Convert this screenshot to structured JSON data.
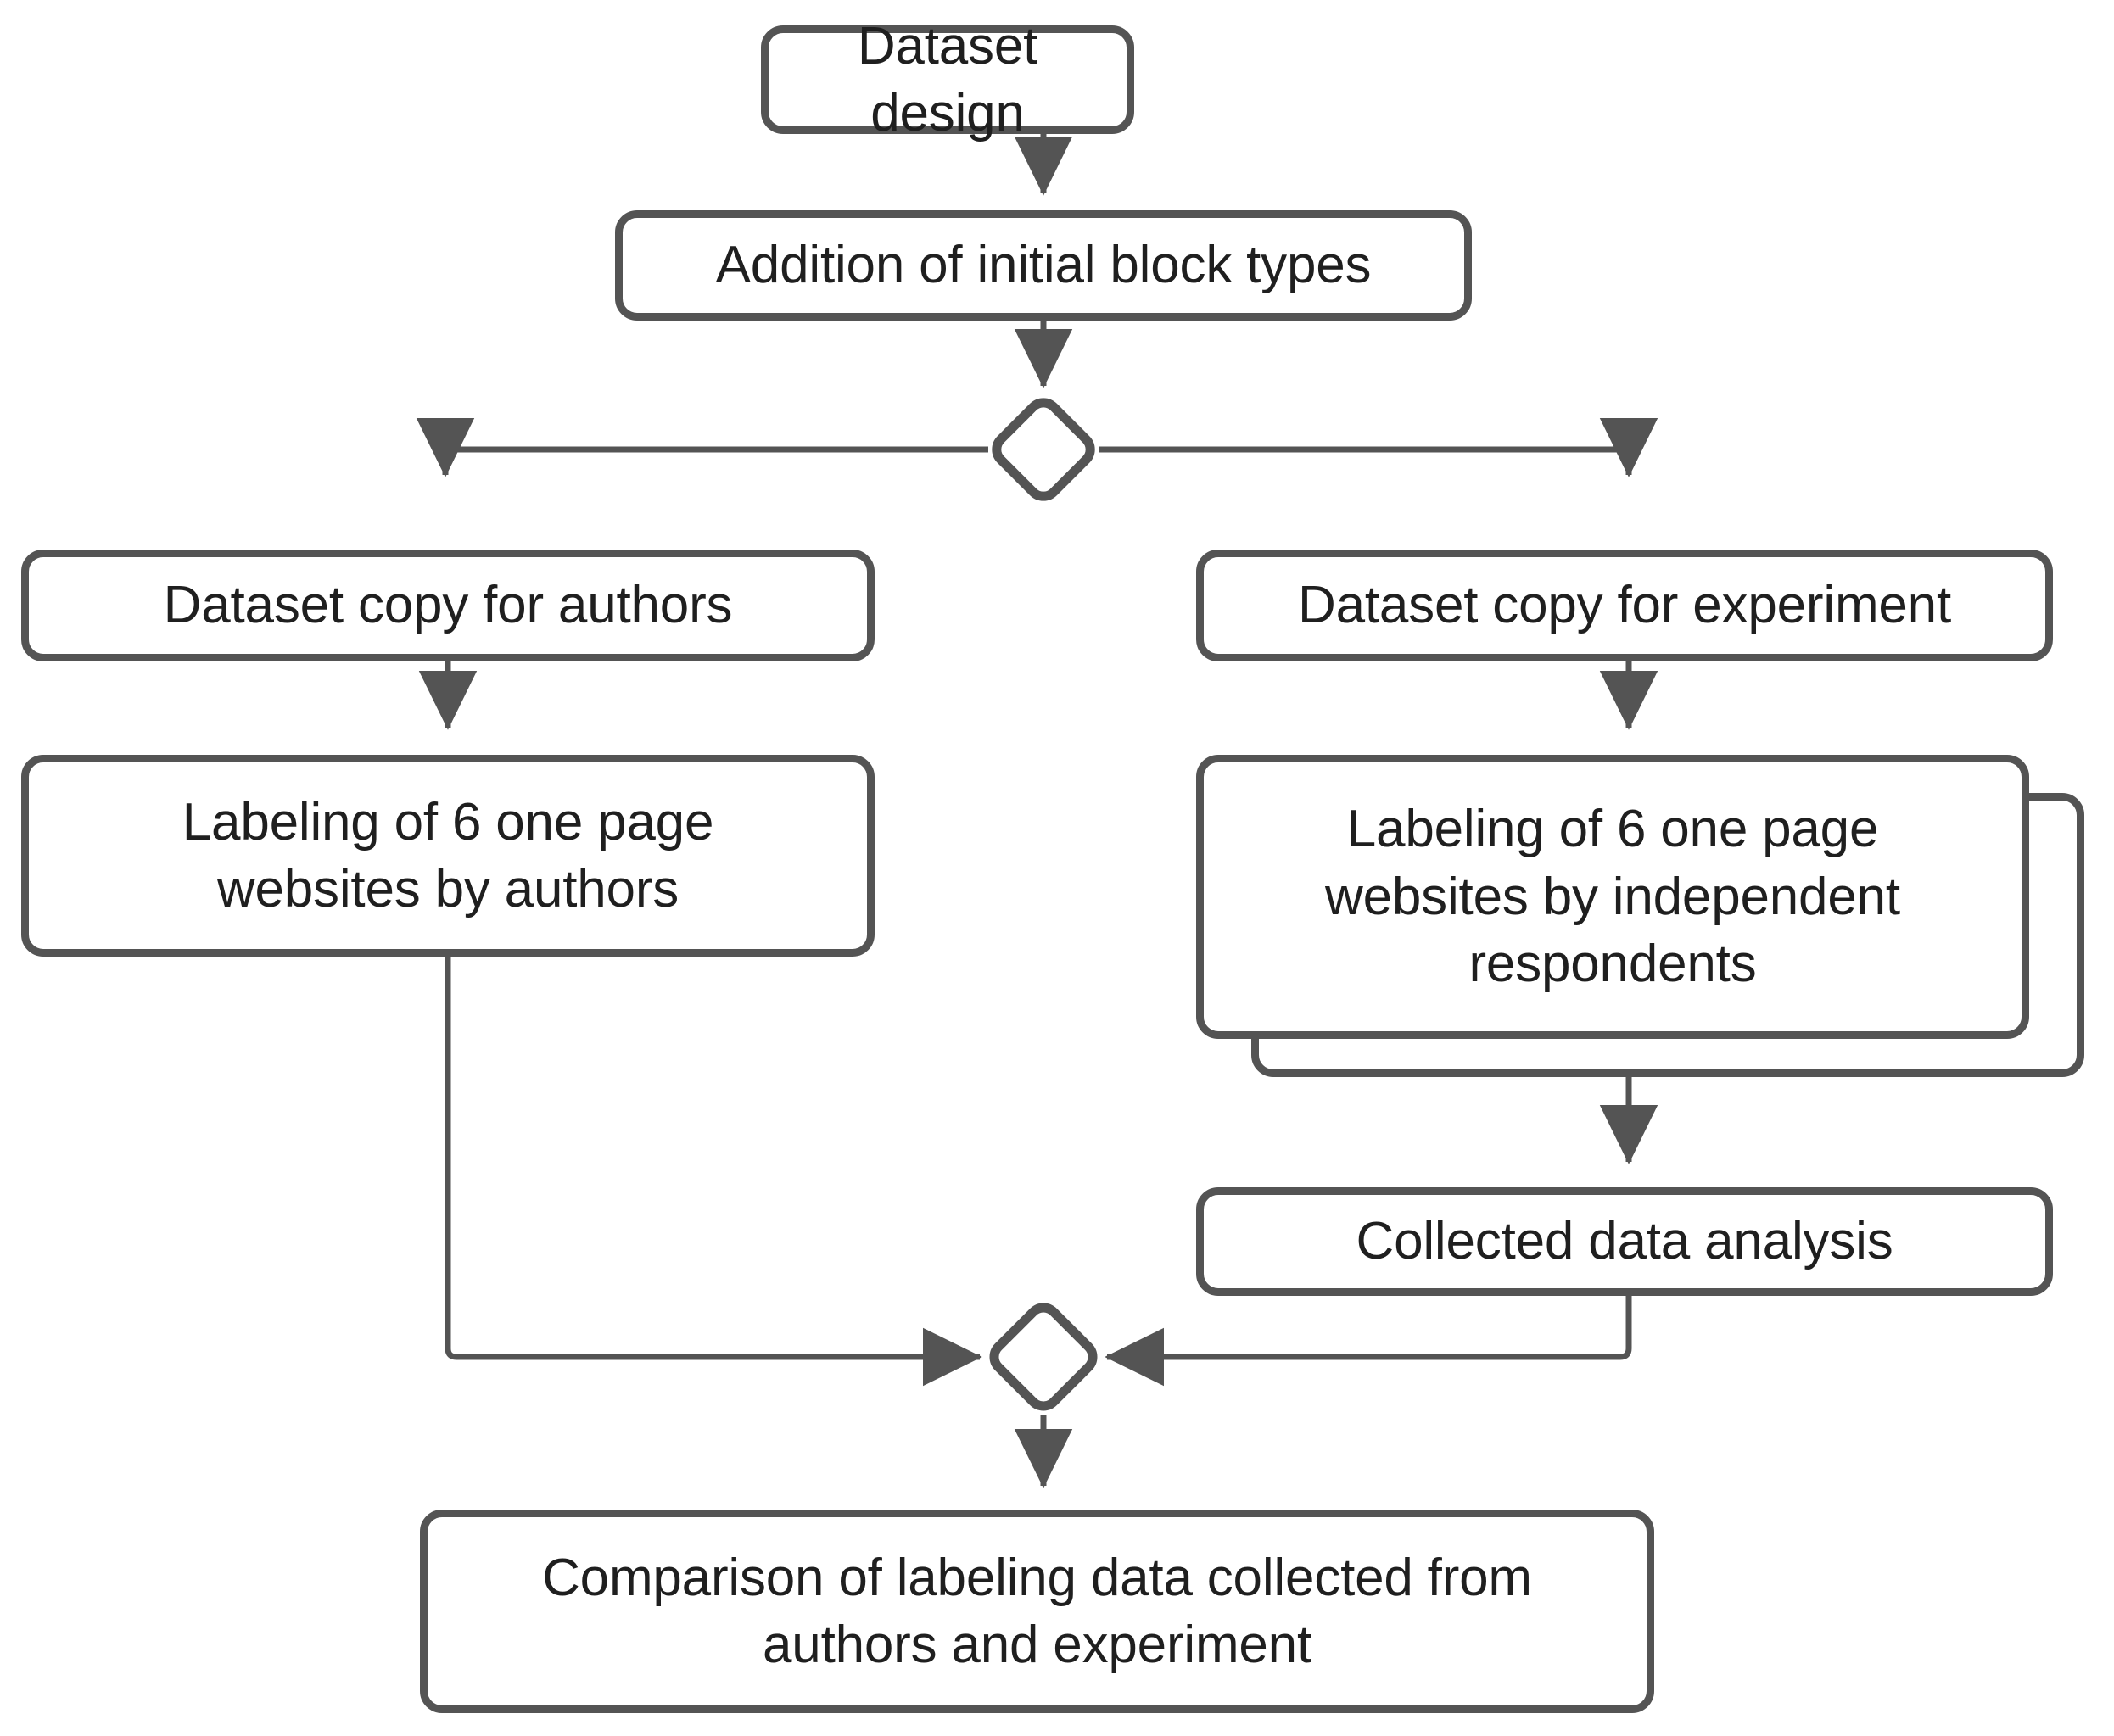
{
  "diagram": {
    "type": "flowchart",
    "title": "Dataset labeling experiment workflow",
    "colors": {
      "stroke": "#545454",
      "fill": "#ffffff",
      "text": "#1f1f1f"
    },
    "nodes": {
      "dataset_design": {
        "label": "Dataset design",
        "shape": "rounded-rectangle"
      },
      "addition_block_types": {
        "label": "Addition of initial block types",
        "shape": "rounded-rectangle"
      },
      "fork": {
        "label": "",
        "shape": "diamond"
      },
      "copy_authors": {
        "label": "Dataset copy for authors",
        "shape": "rounded-rectangle"
      },
      "copy_experiment": {
        "label": "Dataset copy for experiment",
        "shape": "rounded-rectangle"
      },
      "labeling_authors": {
        "line1": "Labeling of 6 one page",
        "line2": "websites by authors",
        "shape": "rounded-rectangle"
      },
      "labeling_respondents": {
        "line1": "Labeling of 6 one page",
        "line2": "websites by independent",
        "line3": "respondents",
        "shape": "rounded-rectangle-stacked"
      },
      "collected_data_analysis": {
        "label": "Collected data analysis",
        "shape": "rounded-rectangle"
      },
      "merge": {
        "label": "",
        "shape": "diamond"
      },
      "comparison": {
        "line1": "Comparison of  labeling data collected from",
        "line2": "authors and experiment",
        "shape": "rounded-rectangle"
      }
    },
    "edges": [
      {
        "from": "dataset_design",
        "to": "addition_block_types",
        "arrow": true
      },
      {
        "from": "addition_block_types",
        "to": "fork",
        "arrow": true
      },
      {
        "from": "fork",
        "to": "copy_authors",
        "arrow": true
      },
      {
        "from": "fork",
        "to": "copy_experiment",
        "arrow": true
      },
      {
        "from": "copy_authors",
        "to": "labeling_authors",
        "arrow": true
      },
      {
        "from": "copy_experiment",
        "to": "labeling_respondents",
        "arrow": true
      },
      {
        "from": "labeling_respondents",
        "to": "collected_data_analysis",
        "arrow": true
      },
      {
        "from": "labeling_authors",
        "to": "merge",
        "arrow": true
      },
      {
        "from": "collected_data_analysis",
        "to": "merge",
        "arrow": true
      },
      {
        "from": "merge",
        "to": "comparison",
        "arrow": true
      }
    ]
  }
}
